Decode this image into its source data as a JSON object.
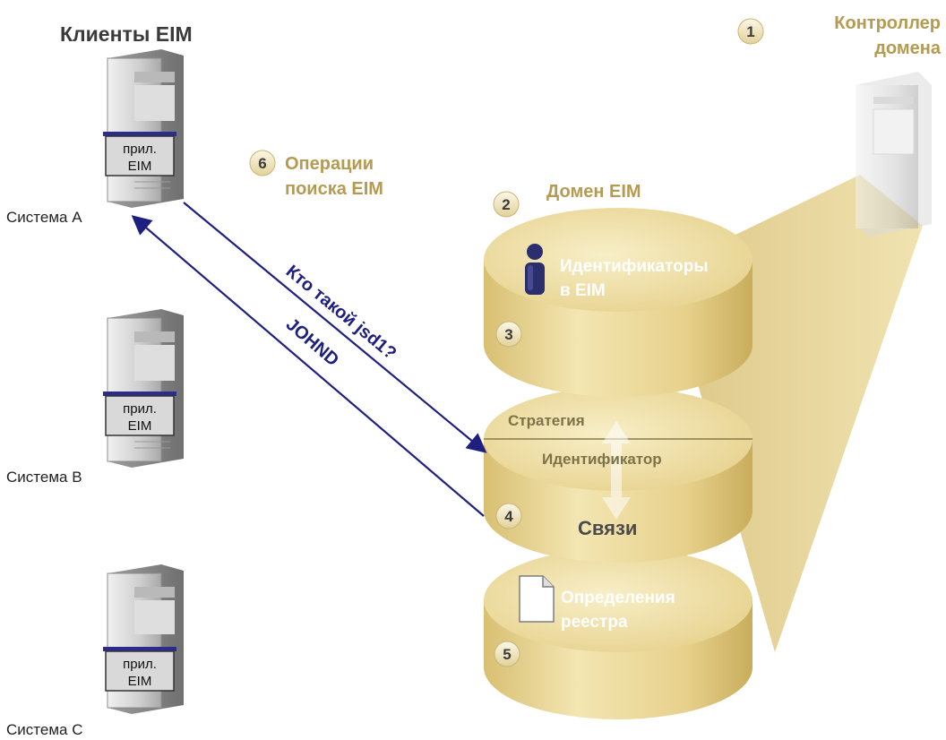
{
  "clients": {
    "title": "Клиенты EIM",
    "systems": [
      {
        "name": "Система A",
        "app_line1": "прил.",
        "app_line2": "EIM"
      },
      {
        "name": "Система B",
        "app_line1": "прил.",
        "app_line2": "EIM"
      },
      {
        "name": "Система C",
        "app_line1": "прил.",
        "app_line2": "EIM"
      }
    ]
  },
  "domain_controller": {
    "number": "1",
    "line1": "Контроллер",
    "line2": "домена"
  },
  "domain": {
    "number": "2",
    "label": "Домен EIM"
  },
  "identifiers": {
    "number": "3",
    "line1": "Идентификаторы",
    "line2": "в EIM"
  },
  "associations": {
    "number": "4",
    "policy": "Стратегия",
    "identifier": "Идентификатор",
    "links": "Связи"
  },
  "registry": {
    "number": "5",
    "line1": "Определения",
    "line2": "реестра"
  },
  "lookup": {
    "number": "6",
    "line1": "Операции",
    "line2": "поиска EIM"
  },
  "arrows": {
    "request": "Кто такой jsd1?",
    "response": "JOHND"
  },
  "colors": {
    "cylinder": "#e9d592",
    "accent_text": "#b59a52",
    "arrow": "#1e1f80"
  }
}
